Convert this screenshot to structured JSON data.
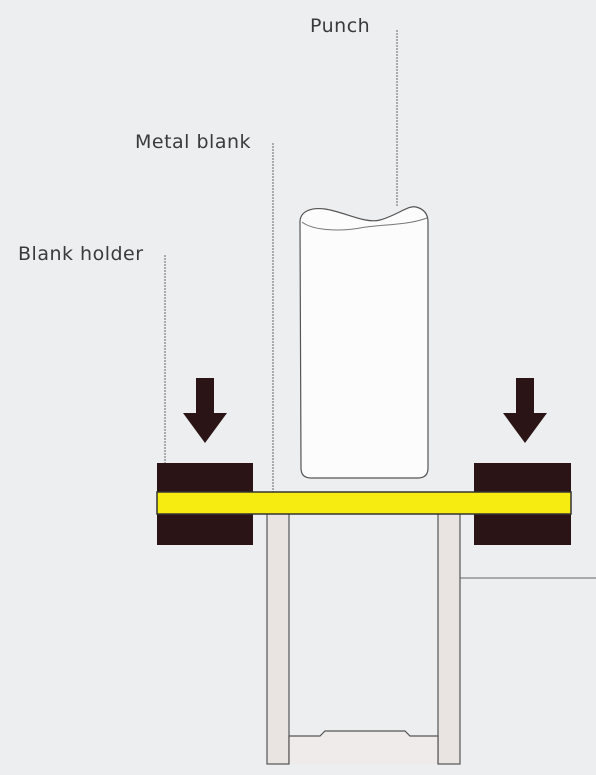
{
  "labels": {
    "punch": "Punch",
    "metal_blank": "Metal blank",
    "blank_holder": "Blank holder"
  },
  "colors": {
    "background": "#eceef0",
    "holder": "#2a1416",
    "blank": "#f6ec12",
    "punch": "#fcfcfc",
    "die": "#e9e4e2",
    "leader_line": "#666666"
  },
  "icons": [
    "down-arrow-icon",
    "down-arrow-icon"
  ]
}
